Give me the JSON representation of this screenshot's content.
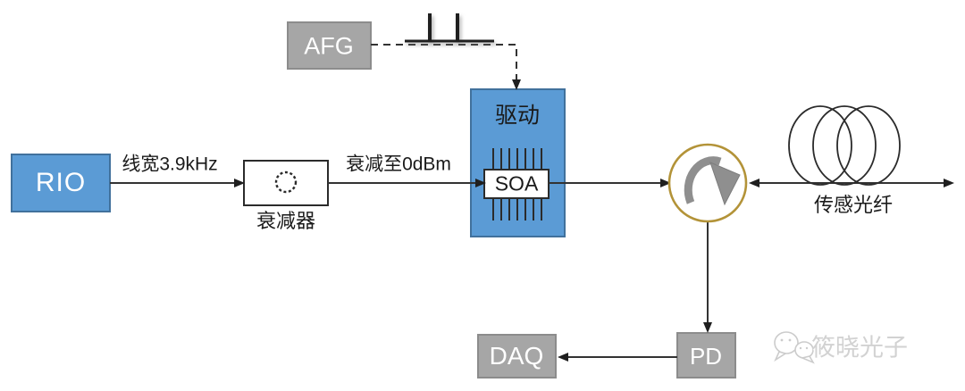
{
  "nodes": {
    "rio": {
      "label": "RIO",
      "type": "laser-source"
    },
    "afg": {
      "label": "AFG",
      "type": "function-generator"
    },
    "attenuator": {
      "label": "衰减器"
    },
    "driver": {
      "label": "驱动"
    },
    "soa": {
      "label": "SOA"
    },
    "sensing_fiber": {
      "label": "传感光纤"
    },
    "pd": {
      "label": "PD"
    },
    "daq": {
      "label": "DAQ"
    }
  },
  "edges": {
    "rio_to_attenuator": {
      "label": "线宽3.9kHz"
    },
    "attenuator_to_soa": {
      "label": "衰减至0dBm"
    }
  },
  "icons": {
    "gear": "dashed gear ring inside attenuator box",
    "pulse_signal": "two-pulse train symbol over dashed AFG line",
    "circulator": "gold circle with gray clockwise arrow",
    "fiber_coil": "three overlapping fiber loops",
    "wechat": "wechat double chat-bubble logo"
  },
  "colors": {
    "node_blue": "#5B9BD5",
    "node_blue_border": "#41719C",
    "node_gray": "#A6A6A6",
    "node_gray_border": "#8C8C8C",
    "line": "#333333",
    "circulator_ring": "#B39338",
    "circulator_arrow": "#8F8F8F",
    "watermark_gray": "#D2D2D2"
  },
  "watermark": {
    "text": "筱晓光子"
  }
}
